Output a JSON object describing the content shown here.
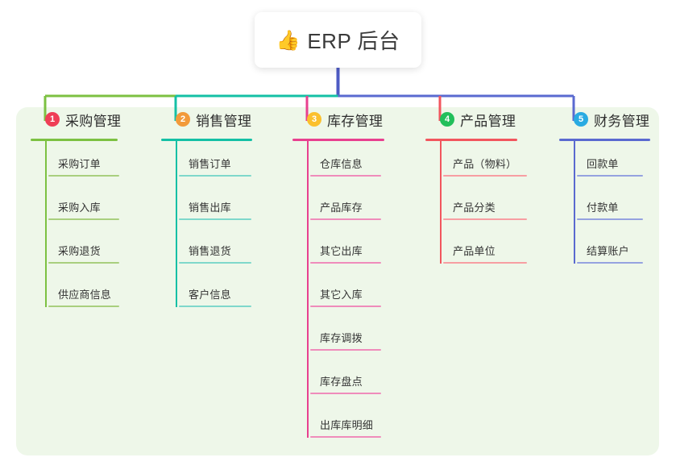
{
  "root": {
    "icon": "thumbs-up-icon",
    "icon_glyph": "👍",
    "title": "ERP 后台"
  },
  "colors": {
    "panel_bg": "#eef7e9",
    "page_bg": "#ffffff",
    "root_stem": "#4e5bc4",
    "branch_1": "#7cc142",
    "branch_2": "#14c0a5",
    "branch_3": "#e8408f",
    "branch_4": "#f2565e",
    "branch_5": "#5a6ad0",
    "badge_1": "#ef3e56",
    "badge_2": "#f29a3a",
    "badge_3": "#fbc02d",
    "badge_4": "#22bf5b",
    "badge_5": "#29abe2"
  },
  "columns": [
    {
      "number": "1",
      "title": "采购管理",
      "badge_color": "#ef3e56",
      "line_color": "#7cc142",
      "sub_line_color": "#a9cf7e",
      "items": [
        {
          "label": "采购订单"
        },
        {
          "label": "采购入库"
        },
        {
          "label": "采购退货"
        },
        {
          "label": "供应商信息"
        }
      ]
    },
    {
      "number": "2",
      "title": "销售管理",
      "badge_color": "#f29a3a",
      "line_color": "#14c0a5",
      "sub_line_color": "#7fd8cb",
      "items": [
        {
          "label": "销售订单"
        },
        {
          "label": "销售出库"
        },
        {
          "label": "销售退货"
        },
        {
          "label": "客户信息"
        }
      ]
    },
    {
      "number": "3",
      "title": "库存管理",
      "badge_color": "#fbc02d",
      "line_color": "#e8408f",
      "sub_line_color": "#ef8cbb",
      "items": [
        {
          "label": "仓库信息"
        },
        {
          "label": "产品库存"
        },
        {
          "label": "其它出库"
        },
        {
          "label": "其它入库"
        },
        {
          "label": "库存调拨"
        },
        {
          "label": "库存盘点"
        },
        {
          "label": "出库库明细"
        }
      ]
    },
    {
      "number": "4",
      "title": "产品管理",
      "badge_color": "#22bf5b",
      "line_color": "#f2565e",
      "sub_line_color": "#f79ea2",
      "items": [
        {
          "label": "产品（物料）"
        },
        {
          "label": "产品分类"
        },
        {
          "label": "产品单位"
        }
      ]
    },
    {
      "number": "5",
      "title": "财务管理",
      "badge_color": "#29abe2",
      "line_color": "#5a6ad0",
      "sub_line_color": "#95a2e0",
      "items": [
        {
          "label": "回款单"
        },
        {
          "label": "付款单"
        },
        {
          "label": "结算账户"
        }
      ]
    }
  ]
}
